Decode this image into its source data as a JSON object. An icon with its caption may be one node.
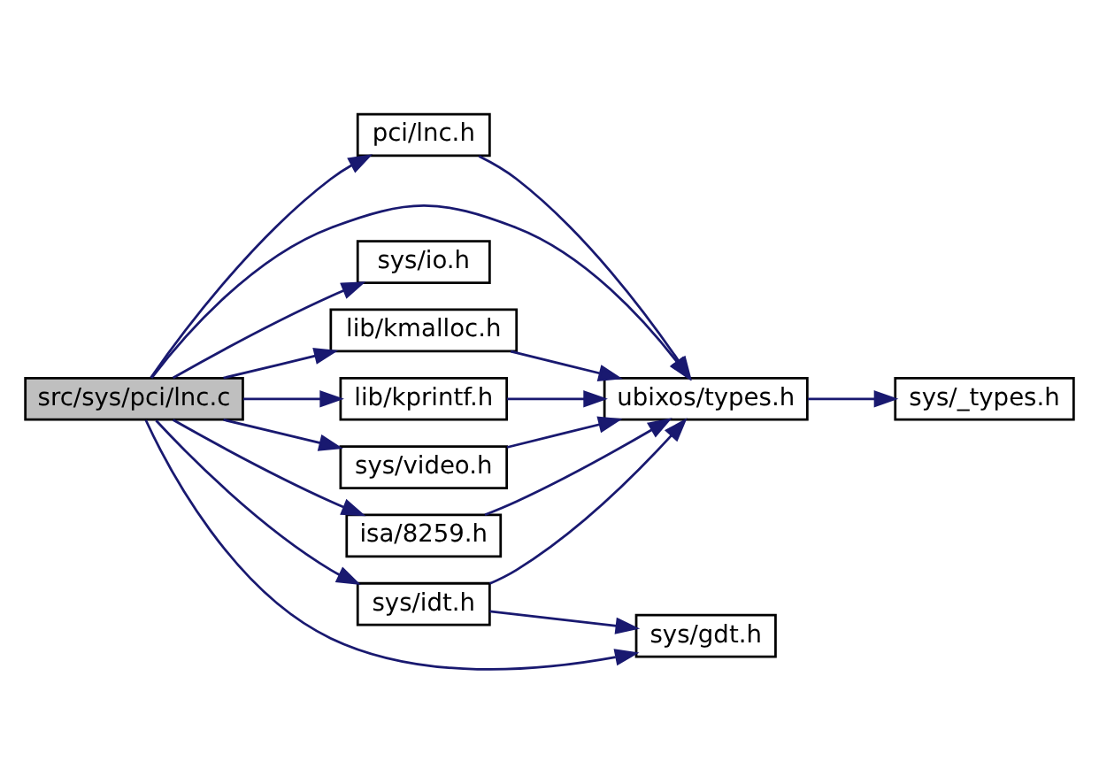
{
  "diagram": {
    "nodes": [
      {
        "text": [
          "src/sys/pci/lnc.c"
        ]
      },
      {
        "text": [
          "pci/lnc.h"
        ]
      },
      {
        "text": [
          "ubixos/types.h"
        ]
      },
      {
        "text": [
          "sys/io.h"
        ]
      },
      {
        "text": [
          "lib/kmalloc.h"
        ]
      },
      {
        "text": [
          "lib/kprintf.h"
        ]
      },
      {
        "text": [
          "sys/video.h"
        ]
      },
      {
        "text": [
          "isa/8259.h"
        ]
      },
      {
        "text": [
          "sys/idt.h"
        ]
      },
      {
        "text": [
          "sys/gdt.h"
        ]
      },
      {
        "text": [
          "sys/_types.h"
        ]
      }
    ],
    "edges": [
      {
        "from": 0,
        "to": 1,
        "arrow": "to"
      },
      {
        "from": 0,
        "to": 2,
        "arrow": "to"
      },
      {
        "from": 0,
        "to": 3,
        "arrow": "to"
      },
      {
        "from": 0,
        "to": 4,
        "arrow": "to"
      },
      {
        "from": 0,
        "to": 5,
        "arrow": "to"
      },
      {
        "from": 0,
        "to": 6,
        "arrow": "to"
      },
      {
        "from": 0,
        "to": 7,
        "arrow": "to"
      },
      {
        "from": 0,
        "to": 8,
        "arrow": "to"
      },
      {
        "from": 0,
        "to": 9,
        "arrow": "to"
      },
      {
        "from": 1,
        "to": 2,
        "arrow": "to"
      },
      {
        "from": 4,
        "to": 2,
        "arrow": "to"
      },
      {
        "from": 5,
        "to": 2,
        "arrow": "to"
      },
      {
        "from": 6,
        "to": 2,
        "arrow": "to"
      },
      {
        "from": 7,
        "to": 2,
        "arrow": "to"
      },
      {
        "from": 8,
        "to": 2,
        "arrow": "to"
      },
      {
        "from": 8,
        "to": 9,
        "arrow": "to"
      },
      {
        "from": 2,
        "to": 10,
        "arrow": "to"
      }
    ]
  }
}
